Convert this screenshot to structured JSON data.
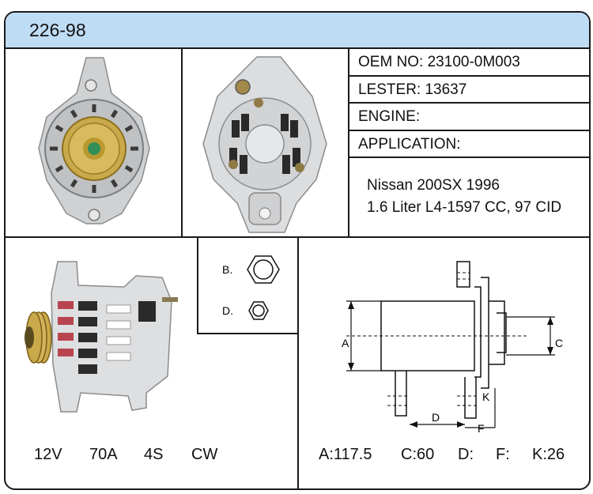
{
  "header": {
    "part_number": "226-98"
  },
  "specs": {
    "oem": "OEM NO: 23100-0M003",
    "lester": "LESTER: 13637",
    "engine": "ENGINE:",
    "application": "APPLICATION:"
  },
  "application": {
    "line1": "Nissan 200SX 1996",
    "line2": "1.6 Liter L4-1597 CC, 97 CID"
  },
  "terminals": {
    "b_label": "B.",
    "d_label": "D."
  },
  "electrical": {
    "voltage": "12V",
    "amperage": "70A",
    "groove": "4S",
    "rotation": "CW"
  },
  "diagram": {
    "label_a": "A",
    "label_c": "C",
    "label_d": "D",
    "label_f": "F",
    "label_k": "K"
  },
  "dimensions": {
    "a": "A:117.5",
    "c": "C:60",
    "d": "D:",
    "f": "F:",
    "k": "K:26"
  },
  "colors": {
    "header_bg": "#bfdcf5",
    "border": "#1a1a1a",
    "pulley": "#c9a94a",
    "housing": "#d9dadb"
  }
}
